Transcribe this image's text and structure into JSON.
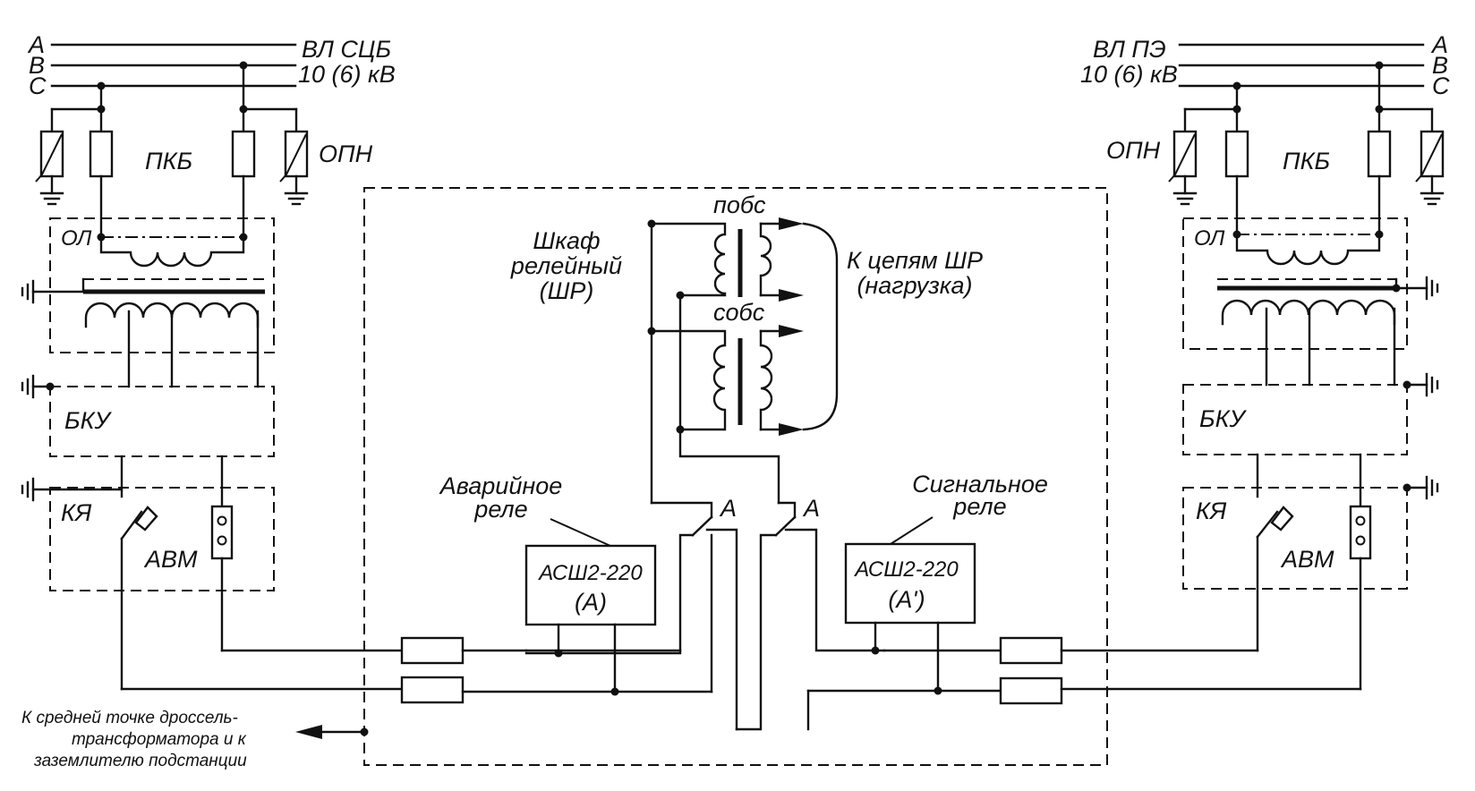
{
  "left": {
    "phases": [
      "A",
      "B",
      "C"
    ],
    "line_name": "ВЛ СЦБ",
    "voltage": "10 (6) кВ",
    "pkb": "ПКБ",
    "opn": "ОПН",
    "ol": "ОЛ",
    "bku": "БКУ",
    "kya": "КЯ",
    "avm": "АВМ"
  },
  "right": {
    "phases": [
      "A",
      "B",
      "C"
    ],
    "line_name": "ВЛ ПЭ",
    "voltage": "10 (6) кВ",
    "pkb": "ПКБ",
    "opn": "ОПН",
    "ol": "ОЛ",
    "bku": "БКУ",
    "kya": "КЯ",
    "avm": "АВМ"
  },
  "cabinet": {
    "title_lines": [
      "Шкаф",
      "релейный",
      "(ШР)"
    ],
    "winding_top": "побс",
    "winding_bottom": "собс",
    "load_lines": [
      "К цепям ШР",
      "(нагрузка)"
    ],
    "contact_label_1": "А",
    "contact_label_2": "А"
  },
  "emergency_relay": {
    "caption_lines": [
      "Аварийное",
      "реле"
    ],
    "model": "АСШ2-220",
    "mark": "(А)"
  },
  "signal_relay": {
    "caption_lines": [
      "Сигнальное",
      "реле"
    ],
    "model": "АСШ2-220",
    "mark": "(А')"
  },
  "ground_note_lines": [
    "К средней точке дроссель-",
    "трансформатора и к",
    "заземлителю подстанции"
  ]
}
